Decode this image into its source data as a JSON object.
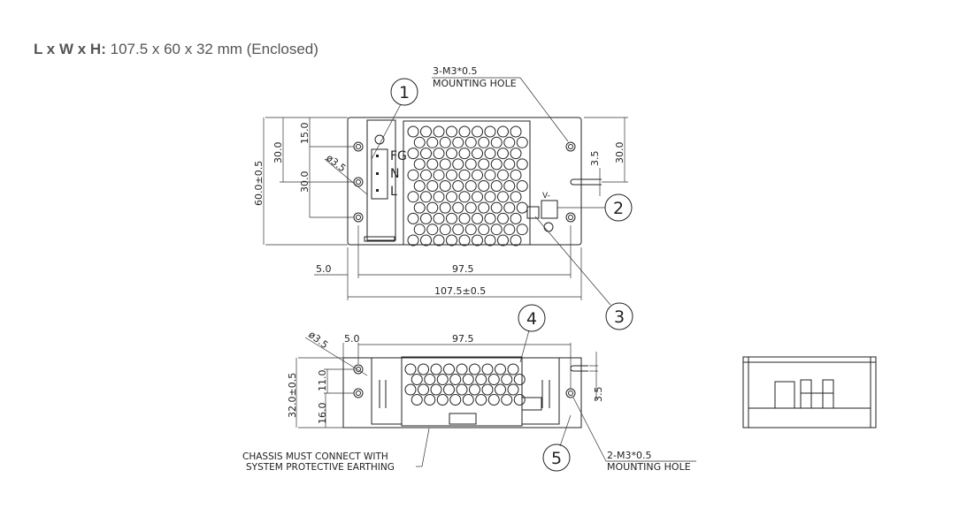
{
  "header": {
    "label": "L x W x H:",
    "value": "107.5 x 60 x 32 mm (Enclosed)"
  },
  "top_view": {
    "mount_note_1": "3-M3*0.5",
    "mount_note_2": "MOUNTING HOLE",
    "dims": {
      "h_total": "60.0±0.5",
      "d30a": "30.0",
      "d15": "15.0",
      "d30b": "30.0",
      "dia": "ø3.5",
      "d35": "3.5",
      "d30r": "30.0",
      "d5": "5.0",
      "d975": "97.5",
      "d1075": "107.5±0.5"
    },
    "terminals": [
      "FG",
      "N",
      "L"
    ],
    "vlabel": "V-"
  },
  "bottom_view": {
    "dims": {
      "dia": "ø3.5",
      "d5": "5.0",
      "d975": "97.5",
      "h32": "32.0±0.5",
      "d11": "11.0",
      "d16": "16.0",
      "d35": "3.5"
    },
    "earth_note_1": "CHASSIS MUST CONNECT WITH",
    "earth_note_2": "SYSTEM PROTECTIVE EARTHING",
    "mount_note_1": "2-M3*0.5",
    "mount_note_2": "MOUNTING HOLE"
  },
  "callouts": [
    "1",
    "2",
    "3",
    "4",
    "5"
  ]
}
